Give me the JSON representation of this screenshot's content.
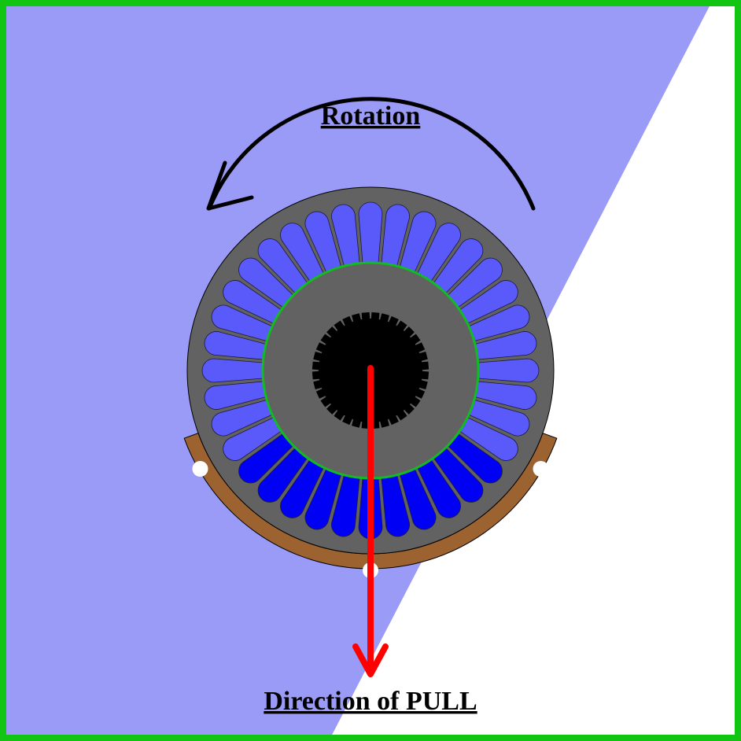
{
  "labels": {
    "rotation": "Rotation",
    "pull": "Direction of PULL"
  },
  "rotor": {
    "slot_count": 36,
    "highlighted_slots": 11
  },
  "colors": {
    "frame_border": "#12c512",
    "background_region": "#9a9af7",
    "outside_region": "#ffffff",
    "stator": "#626262",
    "slot": "#5a5afa",
    "slot_highlight": "#0000f5",
    "core": "#000000",
    "airgap_circle": "#11bb22",
    "brake_shoe": "#9c6330",
    "rotation_arrow": "#000000",
    "pull_arrow": "#ff0000"
  }
}
